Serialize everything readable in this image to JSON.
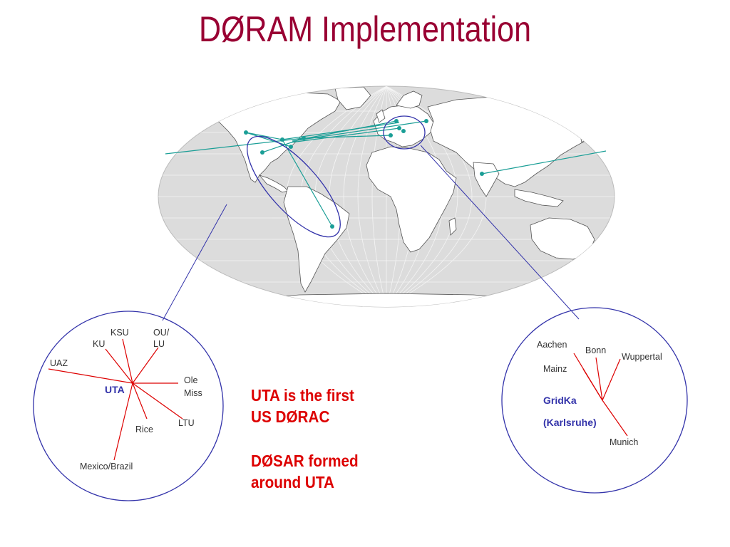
{
  "title": "DØRAM Implementation",
  "notes": [
    {
      "line1": "UTA is the first",
      "line2": "US DØRAC"
    },
    {
      "line1": "DØSAR formed",
      "line2": "around UTA"
    }
  ],
  "dosar": {
    "hub": "UTA",
    "sites": [
      "KSU",
      "KU",
      "OU/",
      "LU",
      "UAZ",
      "Ole",
      "Miss",
      "LTU",
      "Rice",
      "Mexico/Brazil"
    ]
  },
  "gridka": {
    "hub_line1": "GridKa",
    "hub_line2": "(Karlsruhe)",
    "sites": [
      "Aachen",
      "Bonn",
      "Wuppertal",
      "Mainz",
      "Munich"
    ]
  },
  "colors": {
    "title": "#990033",
    "notes": "#dd0000",
    "spokes": "#dd0000",
    "circles": "#3333aa",
    "network": "#1a9e96",
    "map_land": "#ffffff",
    "map_ocean": "#dcdcdc"
  }
}
